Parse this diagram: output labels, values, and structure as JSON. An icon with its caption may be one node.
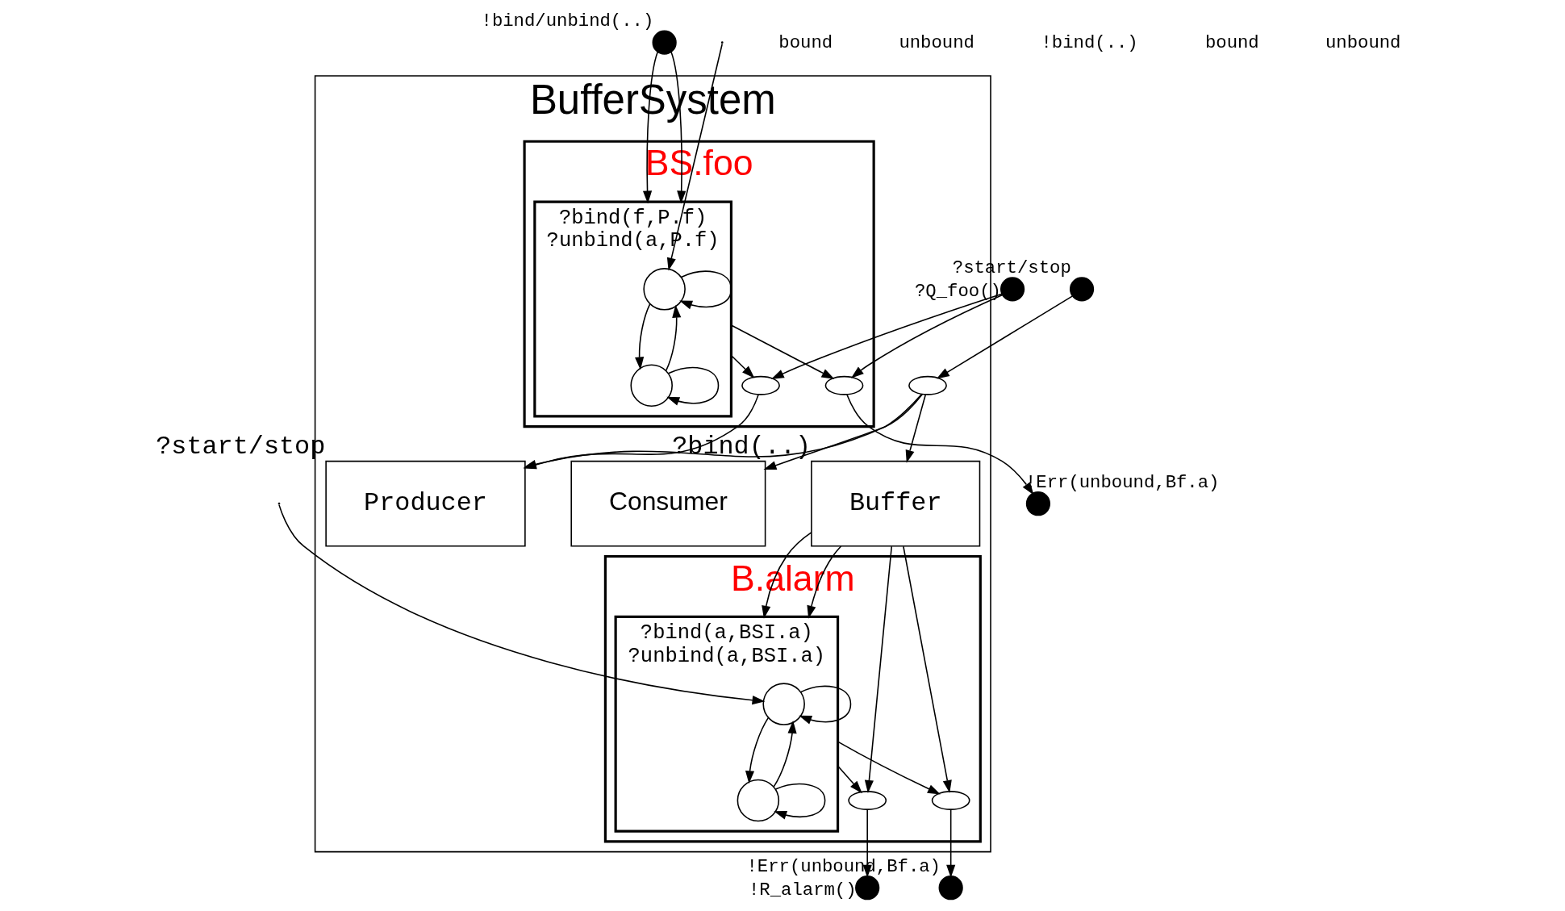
{
  "diagram": {
    "nodes": [
      {
        "text": [
          "BufferSystem"
        ]
      },
      {
        "text": [
          "Consumer"
        ],
        "in": 0
      },
      {
        "text": [
          "BS.foo"
        ],
        "in": 0
      },
      {
        "text": [
          "?bind(f,P.f)",
          "?unbind(a,P.f)"
        ],
        "in": 2
      },
      {
        "text": [],
        "shape": "circle",
        "in": 3
      },
      {
        "text": [],
        "shape": "circle",
        "in": 3
      },
      {
        "text": [
          "Buffer"
        ],
        "in": 0,
        "beside": [
          "?bind(..)"
        ]
      },
      {
        "text": [
          "Producer"
        ],
        "in": 0,
        "beside": [
          "?start/stop"
        ]
      },
      {
        "text": [
          "B.alarm"
        ],
        "in": 0
      },
      {
        "text": [
          "?bind(a,BSI.a)",
          "?unbind(a,BSI.a)"
        ],
        "in": 8
      },
      {
        "text": [],
        "shape": "circle",
        "in": 9
      },
      {
        "text": [],
        "shape": "circle",
        "in": 9
      },
      {
        "text": [],
        "shape": "dot",
        "beside": [
          "!bind/unbind(..)"
        ]
      },
      {
        "text": [],
        "shape": "dot",
        "beside": [
          "?start/stop"
        ]
      },
      {
        "text": [],
        "shape": "ellipse",
        "in": 0
      },
      {
        "text": [],
        "shape": "dot",
        "beside": [
          "?Q_foo()"
        ]
      },
      {
        "text": [],
        "shape": "dot",
        "beside": [
          "!Err(unbound,Bf.a)"
        ]
      },
      {
        "text": [],
        "shape": "dot",
        "beside": [
          "!Err(unbound,Bf.a)"
        ]
      },
      {
        "text": [],
        "shape": "dot",
        "beside": [
          "!R_alarm()"
        ]
      },
      {
        "text": [],
        "shape": "ellipse",
        "in": 2
      },
      {
        "text": [],
        "shape": "ellipse",
        "in": 2
      },
      {
        "text": [],
        "shape": "ellipse",
        "in": 8
      },
      {
        "text": [],
        "shape": "ellipse",
        "in": 8
      }
    ],
    "edges": [
      {
        "from": 13,
        "to": 14,
        "arrow": "to"
      },
      {
        "from": 14,
        "to": 1,
        "arrow": "to"
      },
      {
        "from": 14,
        "to": 6,
        "arrow": "to"
      },
      {
        "from": 14,
        "to": 7,
        "arrow": "to"
      },
      {
        "from": 12,
        "to": 3,
        "arrow": "to"
      },
      {
        "from": 12,
        "to": 3,
        "arrow": "to"
      },
      {
        "from": 4,
        "to": 4,
        "arrow": "to"
      },
      {
        "from": 5,
        "to": 5,
        "arrow": "to"
      },
      {
        "from": 4,
        "to": 5,
        "arrow": "to"
      },
      {
        "from": 5,
        "to": 4,
        "arrow": "to"
      },
      {
        "from": null,
        "to": 4,
        "arrow": "to"
      },
      {
        "from": 3,
        "to": 19,
        "arrow": "to"
      },
      {
        "from": 3,
        "to": 20,
        "arrow": "to"
      },
      {
        "from": 15,
        "to": 19,
        "arrow": "to"
      },
      {
        "from": 15,
        "to": 20,
        "arrow": "to"
      },
      {
        "from": 19,
        "to": 7,
        "arrow": "to"
      },
      {
        "from": 20,
        "to": 16,
        "arrow": "to"
      },
      {
        "from": 6,
        "to": 9,
        "arrow": "to"
      },
      {
        "from": 6,
        "to": 9,
        "arrow": "to"
      },
      {
        "from": 10,
        "to": 10,
        "arrow": "to"
      },
      {
        "from": 11,
        "to": 11,
        "arrow": "to"
      },
      {
        "from": 10,
        "to": 11,
        "arrow": "to"
      },
      {
        "from": 11,
        "to": 10,
        "arrow": "to"
      },
      {
        "from": null,
        "to": 10,
        "arrow": "to"
      },
      {
        "from": 6,
        "to": 21,
        "arrow": "to"
      },
      {
        "from": 6,
        "to": 22,
        "arrow": "to"
      },
      {
        "from": 9,
        "to": 21,
        "arrow": "to"
      },
      {
        "from": 9,
        "to": 22,
        "arrow": "to"
      },
      {
        "from": 21,
        "to": 18,
        "arrow": "to"
      },
      {
        "from": 22,
        "to": 17,
        "arrow": "to"
      }
    ],
    "labels": [
      "bound",
      "unbound",
      "!bind(..)",
      "bound",
      "unbound"
    ]
  }
}
